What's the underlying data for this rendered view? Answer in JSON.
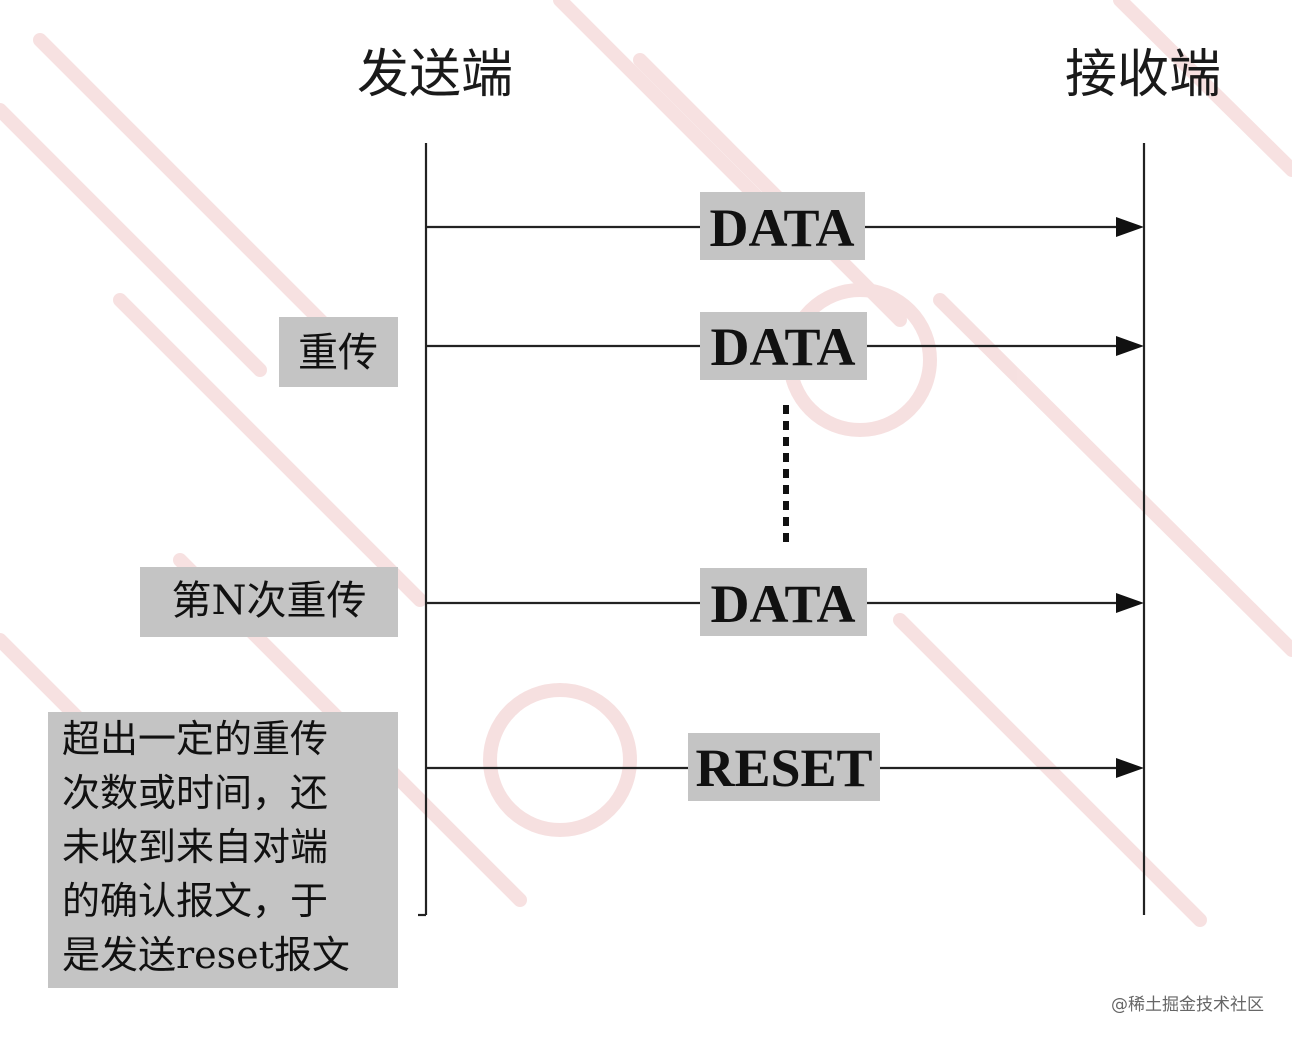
{
  "sender": {
    "label": "发送端"
  },
  "receiver": {
    "label": "接收端"
  },
  "messages": [
    {
      "label": "DATA",
      "side_label": ""
    },
    {
      "label": "DATA",
      "side_label": "重传"
    },
    {
      "label": "DATA",
      "side_label": "第N次重传"
    },
    {
      "label": "RESET",
      "side_label": ""
    }
  ],
  "note": {
    "lines": [
      "超出一定的重传",
      "次数或时间，还",
      "未收到来自对端",
      "的确认报文，于",
      "是发送reset报文"
    ]
  },
  "credit": "@稀土掘金技术社区",
  "colors": {
    "box_fill": "#c4c4c4",
    "line": "#222222",
    "watermark": "#f0c8c8"
  }
}
